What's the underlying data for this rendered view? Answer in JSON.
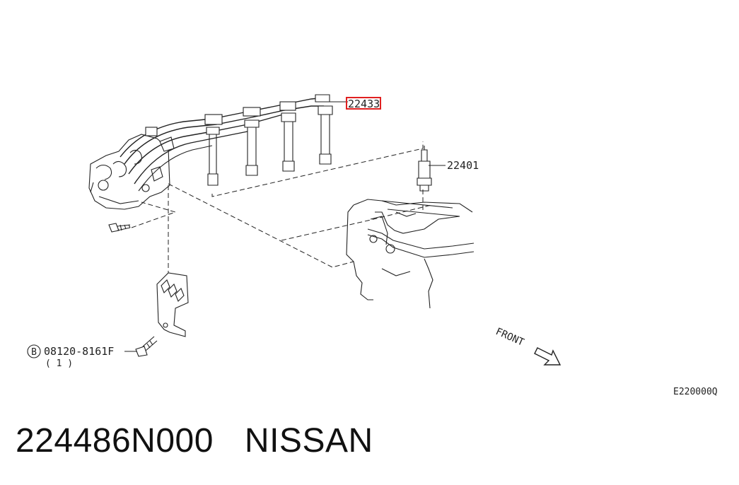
{
  "diagram": {
    "callouts": {
      "highlighted_part": "22433",
      "spark_plug": "22401",
      "bolt_symbol": "B",
      "bolt_part": "08120-8161F",
      "bolt_qty": "( 1 )",
      "diagram_code": "E220000Q"
    },
    "front_label": "FRONT",
    "highlight_color": "#e02020"
  },
  "footer": {
    "part_number": "224486N000",
    "brand": "NISSAN"
  }
}
